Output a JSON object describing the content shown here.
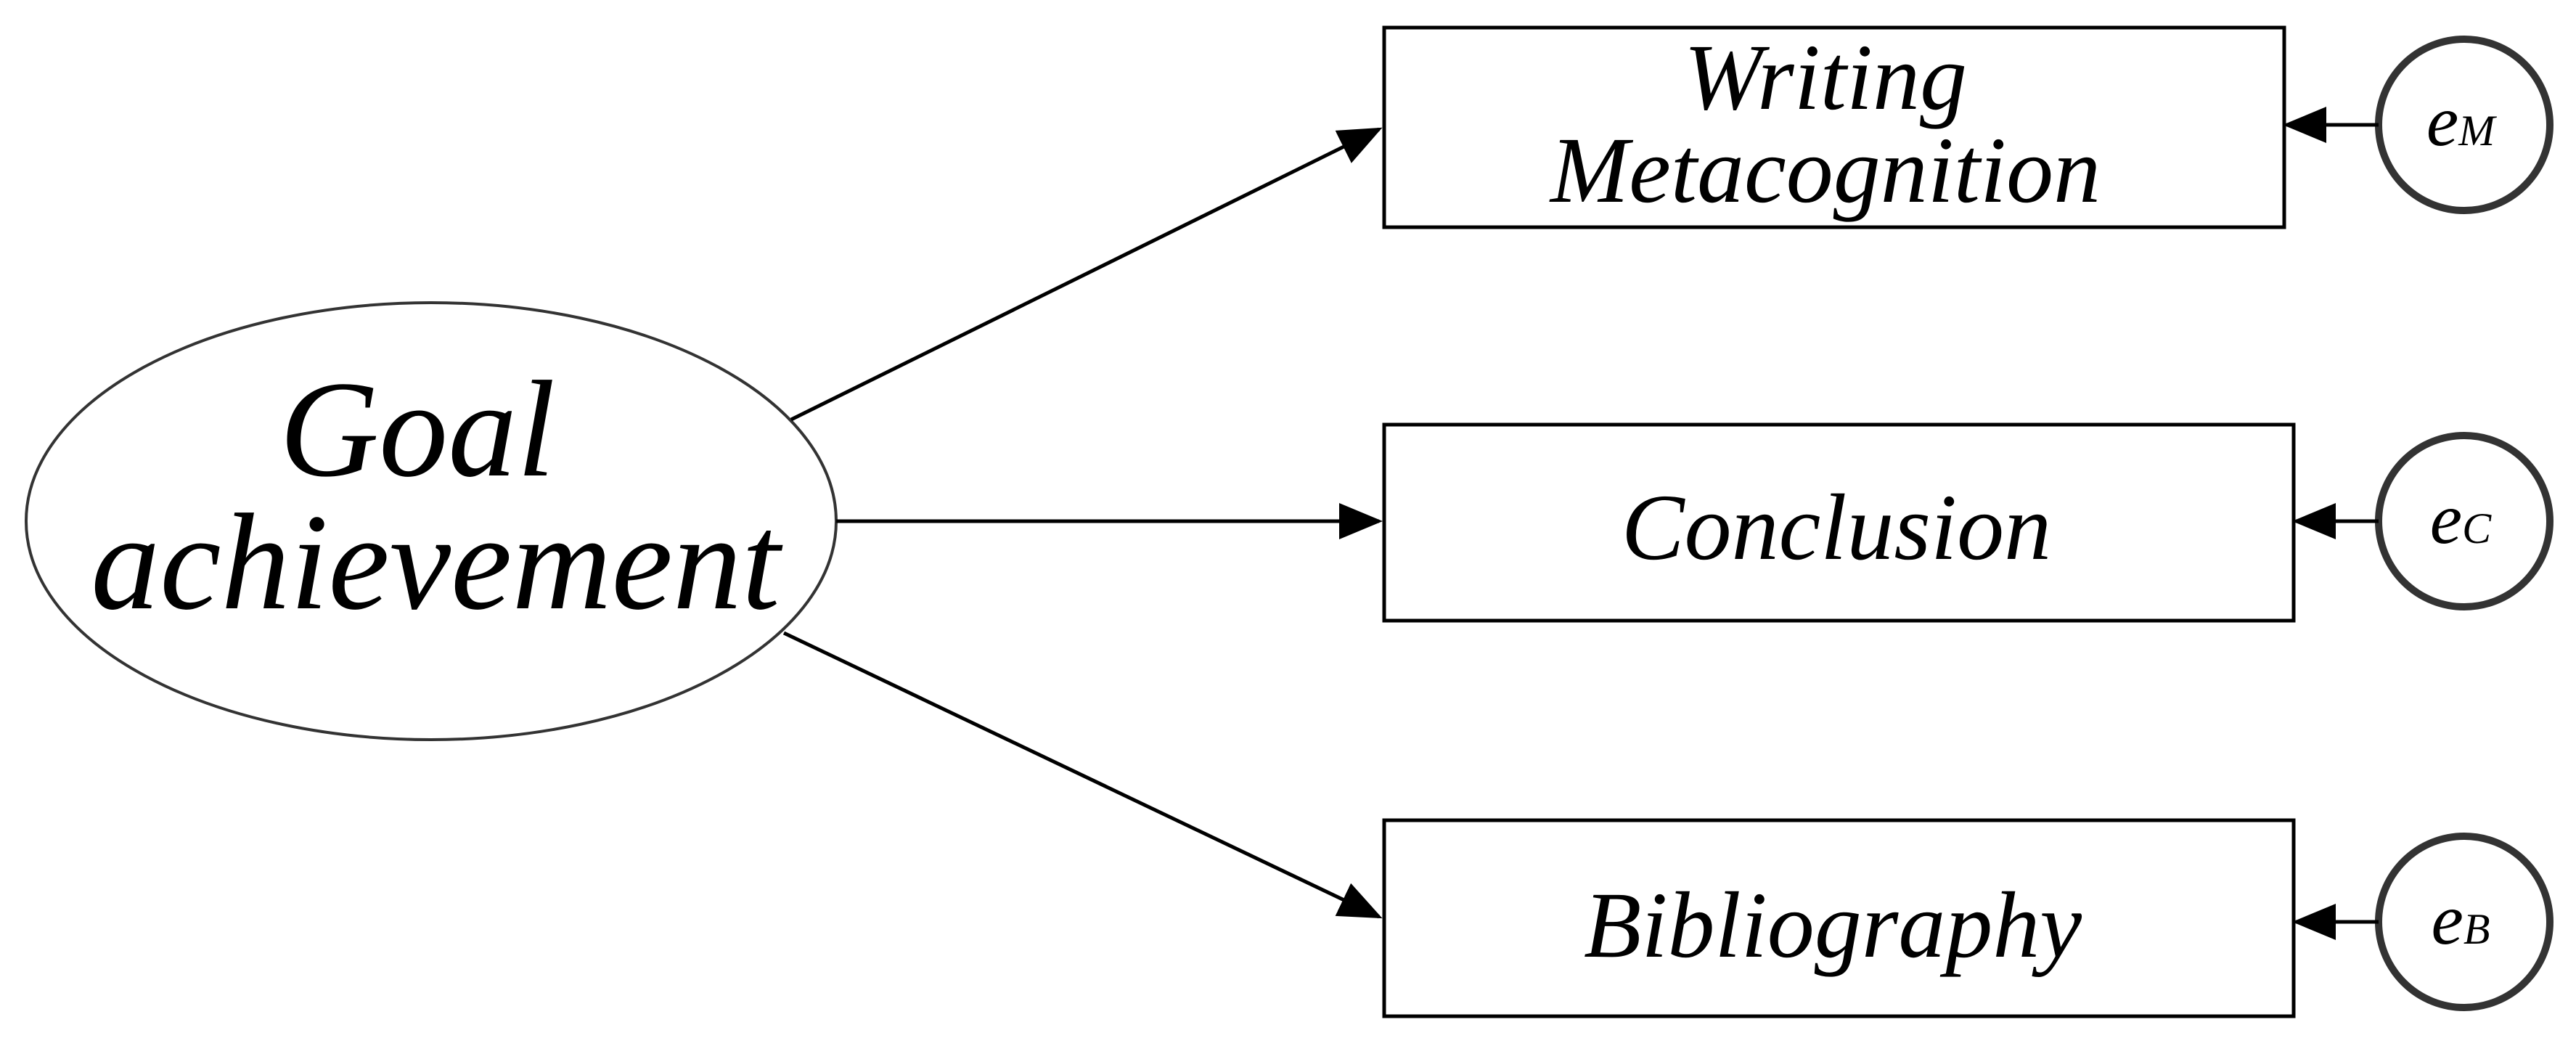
{
  "latent": {
    "label_line1": "Goal",
    "label_line2": "achievement"
  },
  "indicators": [
    {
      "label_line1": "Writing",
      "label_line2": "Metacognition",
      "error": {
        "base": "e",
        "subscript": "M"
      }
    },
    {
      "label": "Conclusion",
      "error": {
        "base": "e",
        "subscript": "C"
      }
    },
    {
      "label": "Bibliography",
      "error": {
        "base": "e",
        "subscript": "B"
      }
    }
  ],
  "colors": {
    "stroke": "#000000",
    "background": "#ffffff"
  }
}
